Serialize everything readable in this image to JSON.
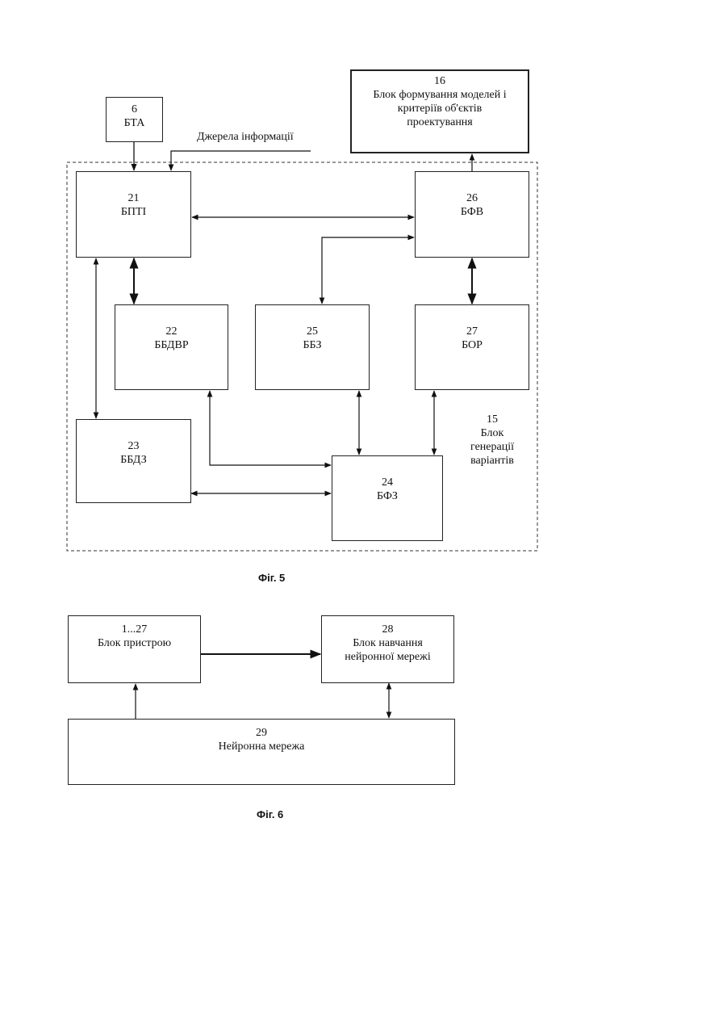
{
  "figure5": {
    "caption": "Фіг. 5",
    "info_sources": "Джерела інформації",
    "group": {
      "number": "15",
      "label": [
        "Блок",
        "генерації",
        "варіантів"
      ]
    },
    "blocks": {
      "b6": {
        "number": "6",
        "label": "БТА"
      },
      "b16": {
        "number": "16",
        "label": [
          "Блок формування моделей і",
          "критеріїв об'єктів",
          "проектування"
        ]
      },
      "b21": {
        "number": "21",
        "label": "БПТІ"
      },
      "b22": {
        "number": "22",
        "label": "ББДВР"
      },
      "b23": {
        "number": "23",
        "label": "ББДЗ"
      },
      "b24": {
        "number": "24",
        "label": "БФЗ"
      },
      "b25": {
        "number": "25",
        "label": "ББЗ"
      },
      "b26": {
        "number": "26",
        "label": "БФВ"
      },
      "b27": {
        "number": "27",
        "label": "БОР"
      }
    }
  },
  "figure6": {
    "caption": "Фіг. 6",
    "blocks": {
      "device": {
        "number": "1...27",
        "label": "Блок пристрою"
      },
      "trainer": {
        "number": "28",
        "label": [
          "Блок навчання",
          "нейронної мережі"
        ]
      },
      "network": {
        "number": "29",
        "label": "Нейронна мережа"
      }
    }
  }
}
